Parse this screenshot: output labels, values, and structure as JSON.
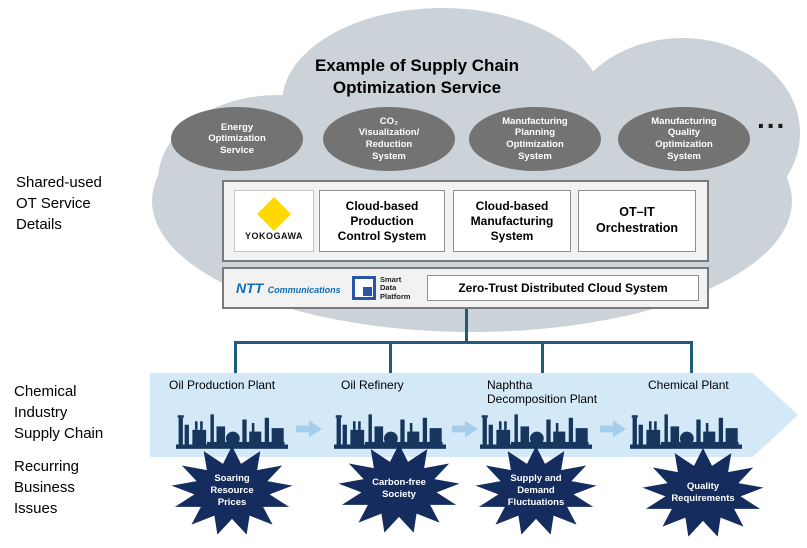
{
  "title": "Example of Supply Chain\nOptimization Service",
  "more_indicator": "...",
  "cloud_services": [
    {
      "label": "Energy\nOptimization\nService"
    },
    {
      "label": "CO₂\nVisualization/\nReduction\nSystem"
    },
    {
      "label": "Manufacturing\nPlanning\nOptimization\nSystem"
    },
    {
      "label": "Manufacturing\nQuality\nOptimization\nSystem"
    }
  ],
  "side_labels": {
    "ot": "Shared-used\nOT Service\nDetails",
    "chain": "Chemical\nIndustry\nSupply Chain",
    "issues": "Recurring\nBusiness\nIssues"
  },
  "ot_stack": {
    "vendor_logo": "YOKOGAWA",
    "boxes": [
      {
        "label": "Cloud-based\nProduction\nControl System"
      },
      {
        "label": "Cloud-based\nManufacturing\nSystem"
      },
      {
        "label": "OT–IT\nOrchestration"
      }
    ]
  },
  "platform_row": {
    "ntt_name": "NTT",
    "ntt_sub": "Communications",
    "sdp_label": "Smart\nData\nPlatform",
    "box_label": "Zero-Trust Distributed Cloud System"
  },
  "supply_chain": {
    "plants": [
      {
        "name": "Oil Production Plant"
      },
      {
        "name": "Oil Refinery"
      },
      {
        "name": "Naphtha\nDecomposition Plant"
      },
      {
        "name": "Chemical Plant"
      }
    ]
  },
  "issues": [
    {
      "label": "Soaring\nResource\nPrices"
    },
    {
      "label": "Carbon-free\nSociety"
    },
    {
      "label": "Supply and\nDemand\nFluctuations"
    },
    {
      "label": "Quality\nRequirements"
    }
  ],
  "colors": {
    "cloud_gray": "#ccd3d8",
    "service_ellipse_gray": "#737373",
    "band_blue": "#d4e9f8",
    "factory_navy": "#17365d",
    "burst_navy": "#152c5e",
    "connector_blue": "#1f5c7a",
    "ntt_blue": "#0f6cb8",
    "yokogawa_yellow": "#ffd800"
  }
}
